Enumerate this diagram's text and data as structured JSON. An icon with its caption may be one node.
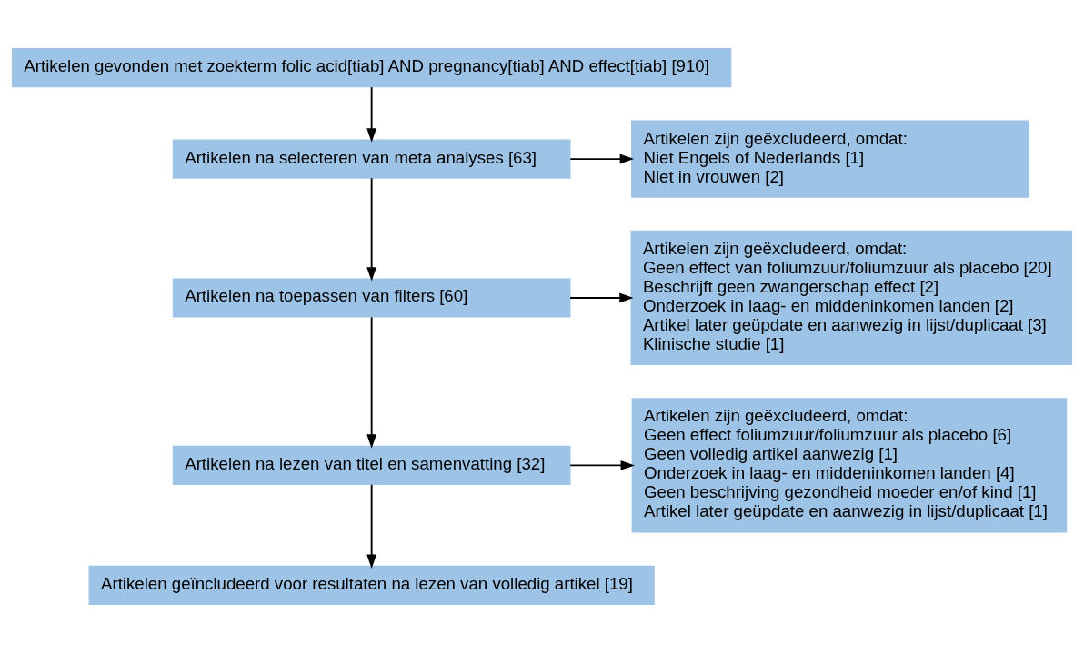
{
  "diagram": {
    "nodes": [
      {
        "text": [
          "Artikelen gevonden met zoekterm folic acid[tiab] AND pregnancy[tiab] AND effect[tiab] [910]"
        ]
      },
      {
        "text": [
          "Artikelen na selecteren van meta analyses [63]"
        ]
      },
      {
        "text": [
          "Artikelen na toepassen van filters [60]"
        ]
      },
      {
        "text": [
          "Artikelen na lezen van titel en samenvatting [32]"
        ]
      },
      {
        "text": [
          "Artikelen geïncludeerd voor resultaten na lezen van volledig artikel [19]"
        ]
      },
      {
        "text": [
          "Artikelen zijn geëxcludeerd, omdat:",
          "Niet Engels of Nederlands [1]",
          "Niet in vrouwen [2]"
        ]
      },
      {
        "text": [
          "Artikelen zijn geëxcludeerd, omdat:",
          "Geen effect van foliumzuur/foliumzuur als placebo [20]",
          "Beschrijft geen zwangerschap effect [2]",
          "Onderzoek in laag- en middeninkomen landen [2]",
          "Artikel later geüpdate en aanwezig in lijst/duplicaat [3]",
          "Klinische studie [1]"
        ]
      },
      {
        "text": [
          "Artikelen zijn geëxcludeerd, omdat:",
          "Geen effect foliumzuur/foliumzuur als placebo [6]",
          "Geen volledig artikel aanwezig [1]",
          "Onderzoek in laag- en middeninkomen landen [4]",
          "Geen beschrijving gezondheid moeder en/of kind [1]",
          "Artikel later geüpdate en aanwezig in lijst/duplicaat [1]"
        ]
      }
    ],
    "edges": [
      {
        "from": 0,
        "to": 1,
        "arrow": "to"
      },
      {
        "from": 1,
        "to": 2,
        "arrow": "to"
      },
      {
        "from": 1,
        "to": 5,
        "arrow": "to"
      },
      {
        "from": 2,
        "to": 3,
        "arrow": "to"
      },
      {
        "from": 2,
        "to": 6,
        "arrow": "to"
      },
      {
        "from": 3,
        "to": 4,
        "arrow": "to"
      },
      {
        "from": 3,
        "to": 7,
        "arrow": "to"
      }
    ]
  }
}
